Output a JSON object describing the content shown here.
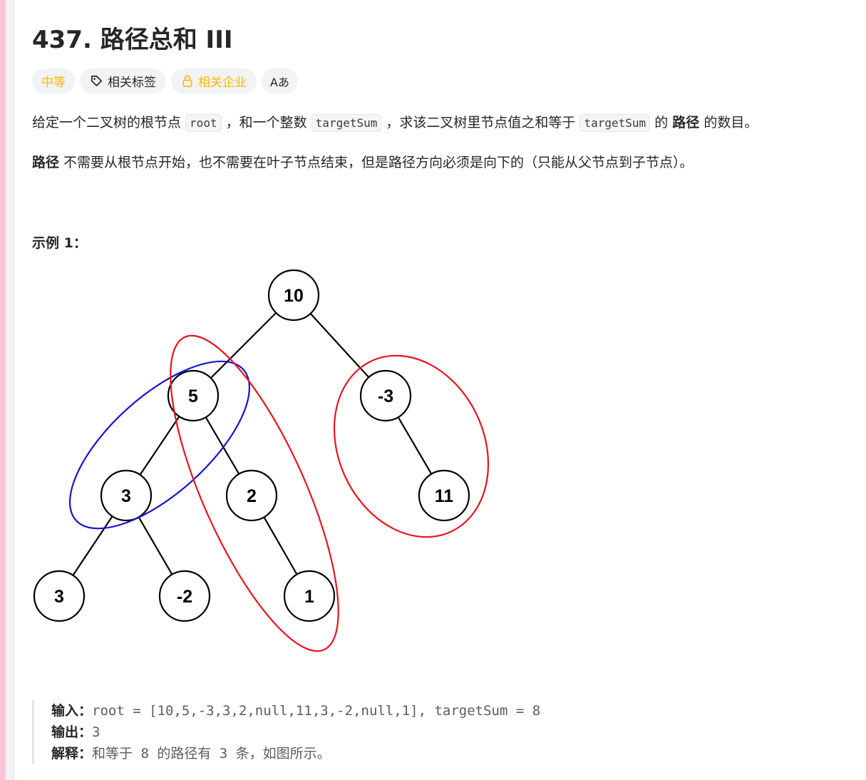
{
  "problem": {
    "title": "437. 路径总和 III",
    "tags": {
      "difficulty": "中等",
      "related_tags": "相关标签",
      "related_companies": "相关企业",
      "translate_icon": "Aあ"
    },
    "description": {
      "p1": {
        "t1": "给定一个二叉树的根节点 ",
        "c1": "root",
        "t2": " ，和一个整数 ",
        "c2": "targetSum",
        "t3": " ，求该二叉树里节点值之和等于 ",
        "c3": "targetSum",
        "t4": " 的 ",
        "b1": "路径",
        "t5": " 的数目。"
      },
      "p2": {
        "b1": "路径",
        "t1": " 不需要从根节点开始，也不需要在叶子节点结束，但是路径方向必须是向下的（只能从父节点到子节点）。"
      }
    },
    "example": {
      "title": "示例 1：",
      "tree_nodes": [
        "10",
        "5",
        "-3",
        "3",
        "2",
        "11",
        "3",
        "-2",
        "1"
      ],
      "input_label": "输入：",
      "input_value": "root = [10,5,-3,3,2,null,11,3,-2,null,1], targetSum = 8",
      "output_label": "输出：",
      "output_value": "3",
      "explain_label": "解释：",
      "explain_value": "和等于 8 的路径有 3 条，如图所示。"
    }
  },
  "colors": {
    "difficulty": "#ffb800",
    "company": "#ffb800",
    "highlight_red": "#e8141e",
    "highlight_blue": "#1414d2"
  }
}
